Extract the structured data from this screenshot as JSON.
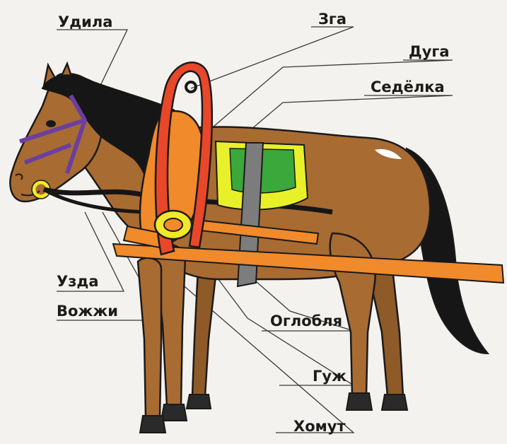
{
  "labels": {
    "udila": "Удила",
    "zga": "Зга",
    "duga": "Дуга",
    "sedelka": "Седёлка",
    "uzda": "Узда",
    "vozhzhi": "Вожжи",
    "oglobla": "Оглобля",
    "guzh": "Гуж",
    "homut": "Хомут"
  },
  "colors": {
    "horse_body": "#a86b32",
    "horse_outline": "#1a1a1a",
    "mane_tail": "#161616",
    "bridle": "#6b3fa0",
    "rings": "#f2e82a",
    "duga": "#e8472a",
    "homut": "#f08a2a",
    "shaft": "#f08a2a",
    "saddle_yellow": "#e8f02a",
    "saddle_green": "#3aa83a",
    "girth": "#7c7c7c",
    "leader_lines": "#3a3a3a"
  }
}
